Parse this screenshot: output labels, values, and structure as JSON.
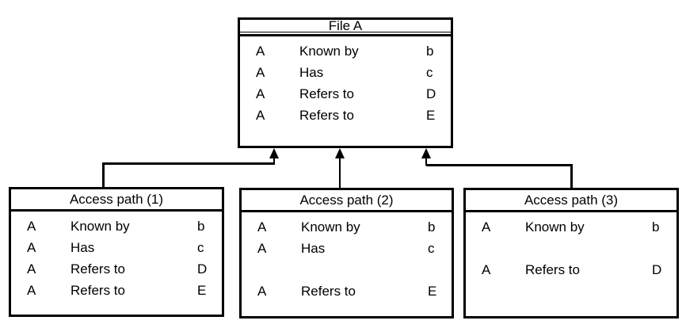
{
  "diagram": {
    "background_color": "#ffffff",
    "line_color": "#000000",
    "boxes": [
      {
        "id": "file-a",
        "title": "File A",
        "rows": [
          {
            "subject": "A",
            "relation": "Known by",
            "object": "b"
          },
          {
            "subject": "A",
            "relation": "Has",
            "object": "c"
          },
          {
            "subject": "A",
            "relation": "Refers to",
            "object": "D"
          },
          {
            "subject": "A",
            "relation": "Refers to",
            "object": "E"
          }
        ]
      },
      {
        "id": "access-path-1",
        "title": "Access path (1)",
        "rows": [
          {
            "subject": "A",
            "relation": "Known by",
            "object": "b"
          },
          {
            "subject": "A",
            "relation": "Has",
            "object": "c"
          },
          {
            "subject": "A",
            "relation": "Refers to",
            "object": "D"
          },
          {
            "subject": "A",
            "relation": "Refers to",
            "object": "E"
          }
        ]
      },
      {
        "id": "access-path-2",
        "title": "Access path (2)",
        "rows": [
          {
            "subject": "A",
            "relation": "Known by",
            "object": "b"
          },
          {
            "subject": "A",
            "relation": "Has",
            "object": "c"
          },
          {
            "subject": "",
            "relation": "",
            "object": ""
          },
          {
            "subject": "A",
            "relation": "Refers to",
            "object": "E"
          }
        ]
      },
      {
        "id": "access-path-3",
        "title": "Access path (3)",
        "rows": [
          {
            "subject": "A",
            "relation": "Known by",
            "object": "b"
          },
          {
            "subject": "",
            "relation": "",
            "object": ""
          },
          {
            "subject": "A",
            "relation": "Refers to",
            "object": "D"
          },
          {
            "subject": "",
            "relation": "",
            "object": ""
          }
        ]
      }
    ]
  }
}
